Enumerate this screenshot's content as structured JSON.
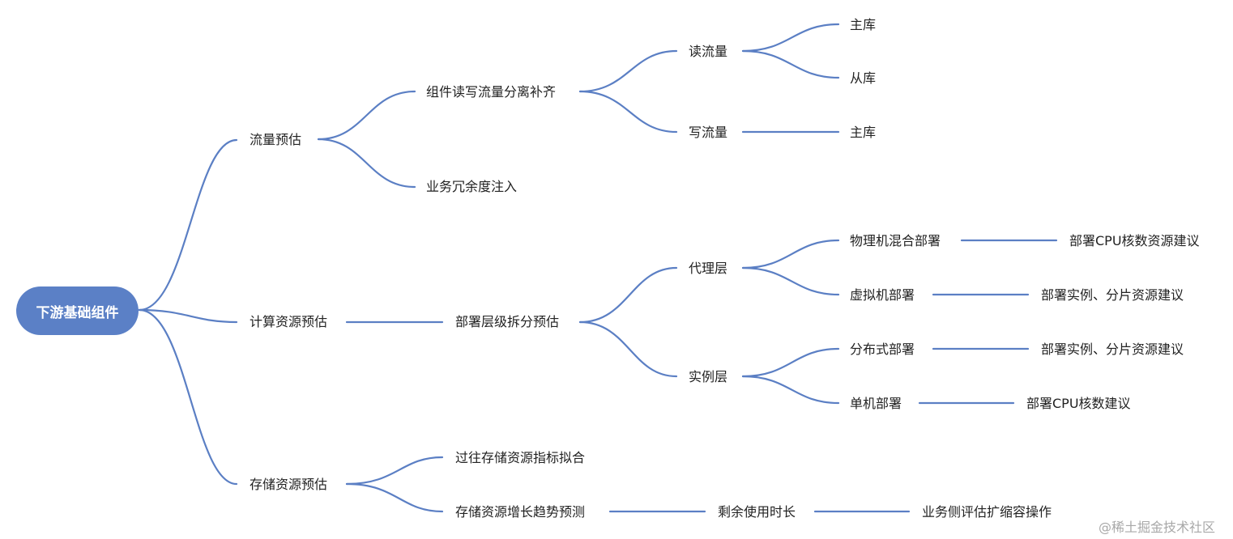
{
  "root": {
    "label": "下游基础组件"
  },
  "branches": {
    "traffic": {
      "label": "流量预估",
      "split": {
        "label": "组件读写流量分离补齐"
      },
      "read": {
        "label": "读流量",
        "primary": "主库",
        "replica": "从库"
      },
      "write": {
        "label": "写流量",
        "primary": "主库"
      },
      "redundancy": {
        "label": "业务冗余度注入"
      }
    },
    "compute": {
      "label": "计算资源预估",
      "tiers": {
        "label": "部署层级拆分预估"
      },
      "proxy": {
        "label": "代理层",
        "physical": {
          "label": "物理机混合部署",
          "advice": "部署CPU核数资源建议"
        },
        "vm": {
          "label": "虚拟机部署",
          "advice": "部署实例、分片资源建议"
        }
      },
      "instance": {
        "label": "实例层",
        "distributed": {
          "label": "分布式部署",
          "advice": "部署实例、分片资源建议"
        },
        "standalone": {
          "label": "单机部署",
          "advice": "部署CPU核数建议"
        }
      }
    },
    "storage": {
      "label": "存储资源预估",
      "fit": {
        "label": "过往存储资源指标拟合"
      },
      "trend": {
        "label": "存储资源增长趋势预测"
      },
      "remaining": {
        "label": "剩余使用时长"
      },
      "action": {
        "label": "业务侧评估扩缩容操作"
      }
    }
  },
  "watermark": "@稀土掘金技术社区",
  "colors": {
    "edge": "#5b7fc4",
    "root_fill": "#5b80c6",
    "root_text": "#ffffff",
    "text": "#222222",
    "watermark": "#a8a8a8"
  }
}
